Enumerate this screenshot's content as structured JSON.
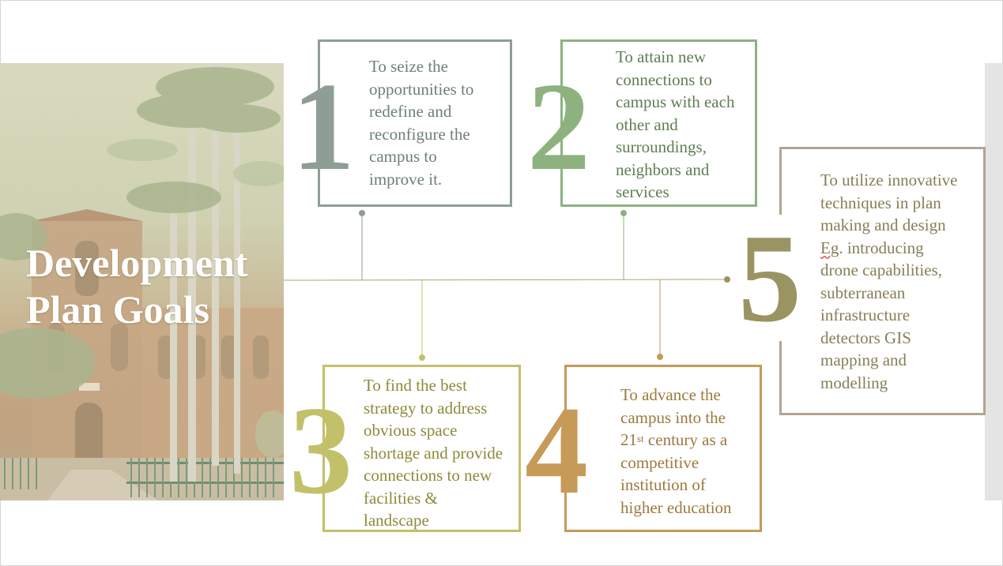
{
  "title_lines": [
    "Development",
    "Plan Goals"
  ],
  "colors": {
    "goal1": "#8f9e95",
    "goal2": "#8db27f",
    "goal3": "#c3c06a",
    "goal4": "#c69a57",
    "goal5": "#9a9462",
    "goal5_border": "#b3a492",
    "text1": "#6e7f79",
    "text2": "#5f7e52",
    "text3": "#8e8a3a",
    "text4": "#9c7a3e",
    "text5": "#867f57",
    "timeline": "#a8a57e"
  },
  "goals": [
    {
      "number": "1",
      "lines": [
        "To seize the",
        "opportunities to",
        "redefine and",
        "reconfigure the",
        "campus to",
        "improve it."
      ]
    },
    {
      "number": "2",
      "lines": [
        "To attain new",
        "connections to",
        "campus with each",
        "other and",
        "surroundings,",
        "neighbors and",
        "services"
      ]
    },
    {
      "number": "3",
      "lines": [
        "To find the best",
        "strategy to address",
        "obvious space",
        "shortage and provide",
        "connections to new",
        "facilities &",
        "landscape"
      ]
    },
    {
      "number": "4",
      "line1": "To advance the",
      "line2": "campus into the",
      "line3_pre": "21",
      "line3_sup": "st",
      "line3_post": " century as a",
      "line4": "competitive",
      "line5": "institution of",
      "line6": "higher education"
    },
    {
      "number": "5",
      "line1": "To utilize innovative",
      "line2": "techniques in plan",
      "line3": "making and design",
      "line4_err": "Eg",
      "line4_rest": ". introducing",
      "line5": "drone capabilities,",
      "line6": "subterranean",
      "line7": "infrastructure",
      "line8": "detectors GIS",
      "line9": "mapping and",
      "line10": "modelling"
    }
  ]
}
